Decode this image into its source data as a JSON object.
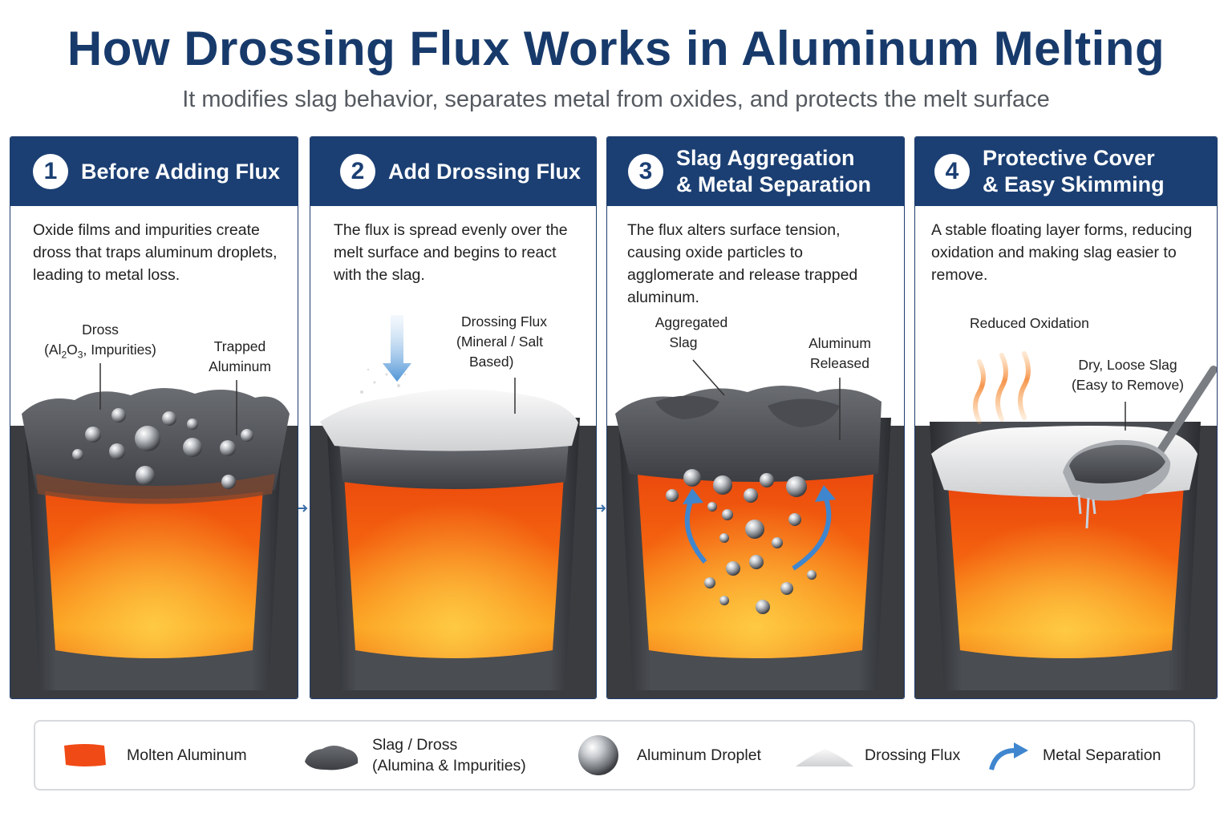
{
  "header": {
    "title": "How Drossing Flux Works in Aluminum Melting",
    "subtitle": "It modifies slag behavior, separates metal from oxides, and protects the melt surface"
  },
  "colors": {
    "header_blue": "#1b3f73",
    "molten": "#f25a0f",
    "slag": "#55585d",
    "flux": "#e8e8e8",
    "arrow_blue": "#3f86cf"
  },
  "steps": [
    {
      "number": "1",
      "title_line1": "Before Adding Flux",
      "title_line2": "",
      "desc": "Oxide films and impurities create dross that traps aluminum droplets, leading to metal loss.",
      "label_a_line1": "Dross",
      "label_a_line2_pre": "(Al",
      "label_a_sub1": "2",
      "label_a_mid": "O",
      "label_a_sub2": "3",
      "label_a_post": ", Impurities)",
      "label_b_line1": "Trapped",
      "label_b_line2": "Aluminum"
    },
    {
      "number": "2",
      "title_line1": "Add Drossing Flux",
      "title_line2": "",
      "desc": "The flux is spread evenly over the melt surface and begins to react with the slag.",
      "label_a_line1": "Drossing Flux",
      "label_a_line2": "(Mineral / Salt",
      "label_a_line3": "Based)"
    },
    {
      "number": "3",
      "title_line1": "Slag Aggregation",
      "title_line2": "& Metal Separation",
      "desc": "The flux alters surface tension, causing oxide particles to agglomerate and release trapped aluminum.",
      "label_a_line1": "Aggregated",
      "label_a_line2": "Slag",
      "label_b_line1": "Aluminum",
      "label_b_line2": "Released"
    },
    {
      "number": "4",
      "title_line1": "Protective Cover",
      "title_line2": "& Easy Skimming",
      "desc": "A stable floating layer forms, reducing oxidation and making slag easier to remove.",
      "label_a_line1": "Reduced Oxidation",
      "label_b_line1": "Dry, Loose Slag",
      "label_b_line2": "(Easy to Remove)"
    }
  ],
  "legend": [
    {
      "label": "Molten Aluminum",
      "icon": "molten-swatch-icon"
    },
    {
      "label_line1": "Slag / Dross",
      "label_line2": "(Alumina & Impurities)",
      "icon": "slag-rock-icon"
    },
    {
      "label": "Aluminum Droplet",
      "icon": "droplet-sphere-icon"
    },
    {
      "label": "Drossing Flux",
      "icon": "flux-powder-icon"
    },
    {
      "label": "Metal Separation",
      "icon": "curved-arrow-icon"
    }
  ]
}
